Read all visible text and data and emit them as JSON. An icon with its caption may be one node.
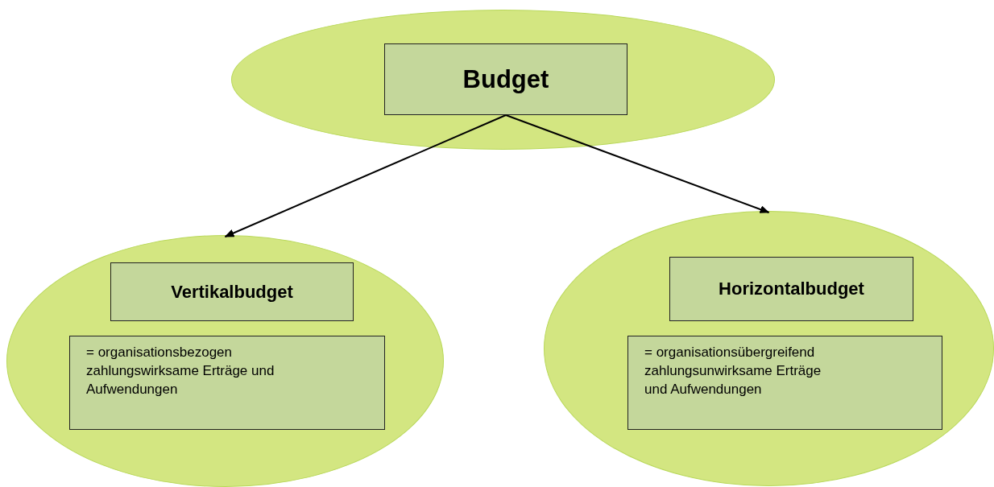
{
  "diagram": {
    "nodes": [
      {
        "text": [],
        "shape": "ellipse"
      },
      {
        "text": [
          "Budget"
        ],
        "in": 0
      },
      {
        "text": [],
        "shape": "ellipse"
      },
      {
        "text": [
          "Vertikalbudget"
        ],
        "in": 2
      },
      {
        "text": [
          "= organisationsbezogen zahlungswirksame Erträge und Aufwendungen"
        ],
        "in": 2
      },
      {
        "text": [],
        "shape": "ellipse"
      },
      {
        "text": [
          "Horizontalbudget"
        ],
        "in": 5
      },
      {
        "text": [
          "= organisationsübergreifend zahlungsunwirksame Erträge und Aufwendungen"
        ],
        "in": 5
      }
    ],
    "edges": [
      {
        "from": 1,
        "to": 2,
        "arrow": "to"
      },
      {
        "from": 1,
        "to": 5,
        "arrow": "to"
      }
    ]
  }
}
